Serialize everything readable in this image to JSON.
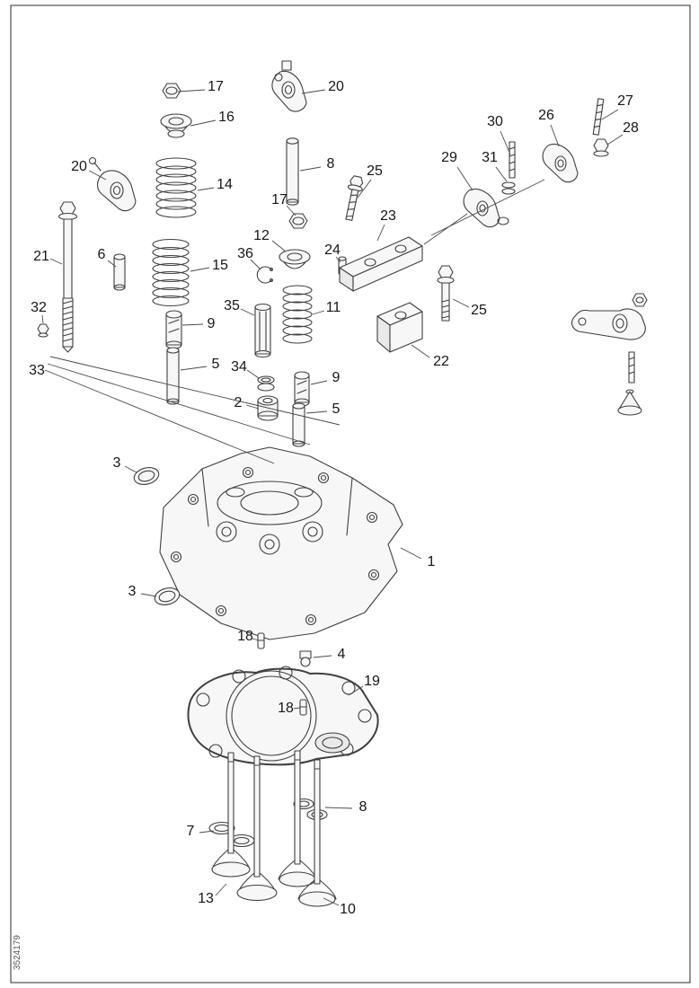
{
  "page": {
    "doc_number": "3524179"
  },
  "callouts": [
    {
      "label": "17"
    },
    {
      "label": "16"
    },
    {
      "label": "20"
    },
    {
      "label": "8"
    },
    {
      "label": "20"
    },
    {
      "label": "14"
    },
    {
      "label": "25"
    },
    {
      "label": "30"
    },
    {
      "label": "26"
    },
    {
      "label": "27"
    },
    {
      "label": "28"
    },
    {
      "label": "29"
    },
    {
      "label": "31"
    },
    {
      "label": "17"
    },
    {
      "label": "23"
    },
    {
      "label": "12"
    },
    {
      "label": "24"
    },
    {
      "label": "21"
    },
    {
      "label": "6"
    },
    {
      "label": "15"
    },
    {
      "label": "36"
    },
    {
      "label": "35"
    },
    {
      "label": "11"
    },
    {
      "label": "32"
    },
    {
      "label": "9"
    },
    {
      "label": "25"
    },
    {
      "label": "22"
    },
    {
      "label": "33"
    },
    {
      "label": "5"
    },
    {
      "label": "34"
    },
    {
      "label": "2"
    },
    {
      "label": "9"
    },
    {
      "label": "5"
    },
    {
      "label": "3"
    },
    {
      "label": "1"
    },
    {
      "label": "3"
    },
    {
      "label": "18"
    },
    {
      "label": "4"
    },
    {
      "label": "19"
    },
    {
      "label": "18"
    },
    {
      "label": "8"
    },
    {
      "label": "7"
    },
    {
      "label": "13"
    },
    {
      "label": "10"
    }
  ]
}
